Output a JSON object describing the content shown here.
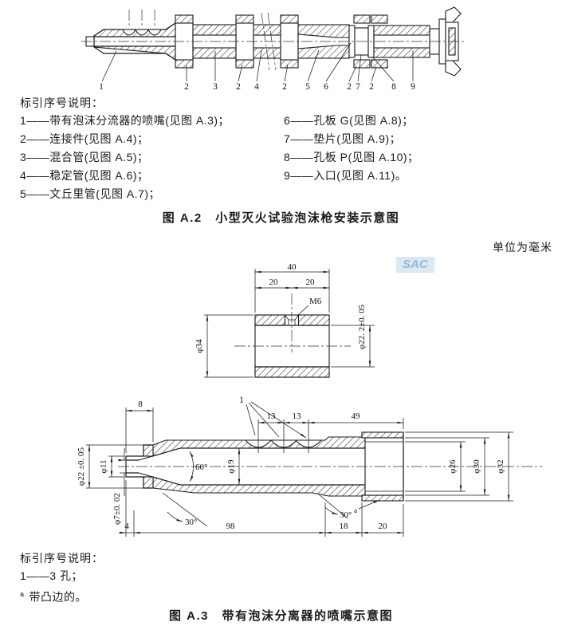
{
  "units_note": "单位为毫米",
  "watermark": "SAC",
  "figure_a2": {
    "callouts": [
      "1",
      "2",
      "3",
      "2",
      "4",
      "2",
      "5",
      "6",
      "2",
      "7",
      "2",
      "8",
      "9"
    ],
    "legend_title": "标引序号说明：",
    "legend_left": [
      "1——带有泡沫分流器的喷嘴(见图 A.3)；",
      "2——连接件(见图 A.4)；",
      "3——混合管(见图 A.5)；",
      "4——稳定管(见图 A.6)；",
      "5——文丘里管(见图 A.7)；"
    ],
    "legend_right": [
      "6——孔板 G(见图 A.8)；",
      "7——垫片(见图 A.9)；",
      "8——孔板 P(见图 A.10)；",
      "9——入口(见图 A.11)。"
    ],
    "caption": "图 A.2　小型灭火试验泡沫枪安装示意图"
  },
  "figure_a3": {
    "sleeve_dims": {
      "len": "40",
      "half_left": "20",
      "half_right": "20",
      "thread": "M6",
      "outer_dia": "φ34",
      "bore_dia": "φ22. 2±0. 05"
    },
    "nozzle_dims": {
      "tip_len": "8",
      "hole_callout": "1",
      "pitch1": "13",
      "pitch2": "13",
      "end_len": "49",
      "tip_outer_dia": "φ22 ±0. 05",
      "orifice_outer_dia": "φ11",
      "orifice_bore_dia": "φ7±0. 02",
      "cone_angle": "60°",
      "bore_dia": "φ19",
      "taper_angle": "30°",
      "seg1": "4",
      "seg2": "98",
      "step_angle": "30°",
      "seg3": "18",
      "seg4": "20",
      "ring_bore_dia": "φ26",
      "ring_mid_dia": "φ30",
      "ring_outer_dia": "φ32",
      "flange_marker": "a"
    },
    "legend_title": "标引序号说明：",
    "hole_note": "1——3 孔；",
    "footnote_marker": "a",
    "footnote_text": "带凸边的。",
    "caption": "图 A.3　带有泡沫分离器的喷嘴示意图"
  }
}
